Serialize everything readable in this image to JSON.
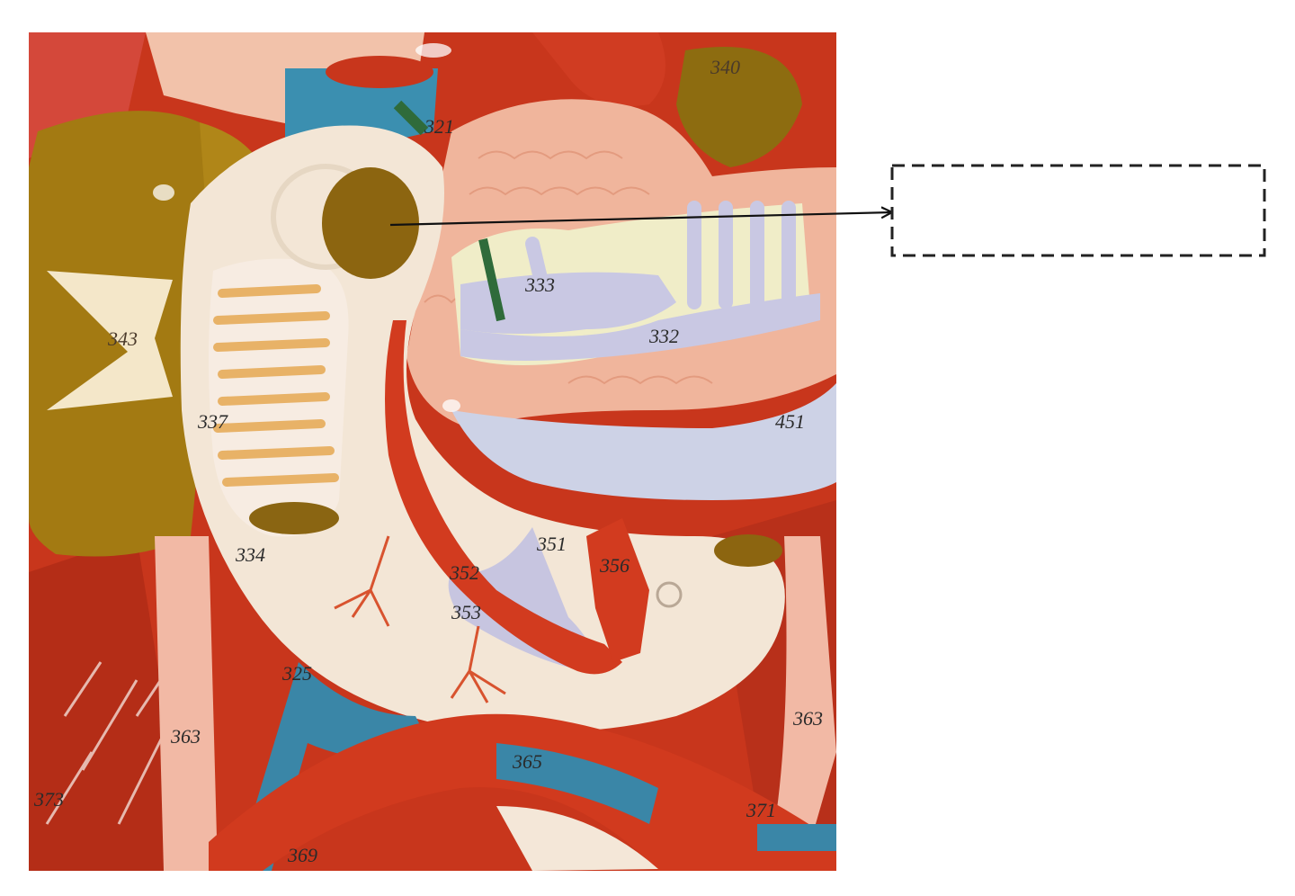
{
  "figure": {
    "answer_box": {
      "text": ""
    },
    "numbers": {
      "n343": "343",
      "n321": "321",
      "n340": "340",
      "n333": "333",
      "n332": "332",
      "n337": "337",
      "n451": "451",
      "n351": "351",
      "n352": "352",
      "n353": "353",
      "n356": "356",
      "n334": "334",
      "n325": "325",
      "n363a": "363",
      "n363b": "363",
      "n365": "365",
      "n369": "369",
      "n371": "371",
      "n373": "373"
    }
  }
}
